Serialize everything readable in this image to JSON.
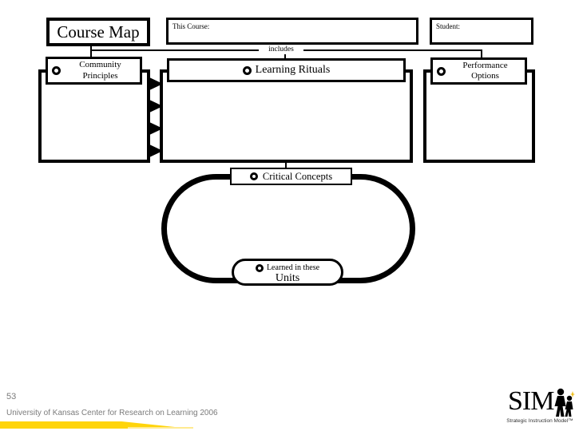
{
  "slide": {
    "title": "Course Map",
    "this_course_label": "This Course:",
    "student_label": "Student:",
    "includes_label": "includes",
    "community": {
      "line1": "Community",
      "line2": "Principles"
    },
    "learning_rituals_label": "Learning Rituals",
    "performance": {
      "line1": "Performance",
      "line2": "Options"
    },
    "critical_concepts_label": "Critical Concepts",
    "units": {
      "line1": "Learned in these",
      "line2": "Units"
    }
  },
  "footer": {
    "page_number": "53",
    "attribution": "University of Kansas Center for Research on Learning 2006",
    "logo_text": "SIM",
    "logo_tagline": "Strategic Instruction Model™",
    "accent_color": "#ffd40a"
  },
  "icons": {
    "bullet": "ring-bullet-icon",
    "arrows": "right-triangle-arrow-icon",
    "logo_figures": "walking-people-icon"
  }
}
